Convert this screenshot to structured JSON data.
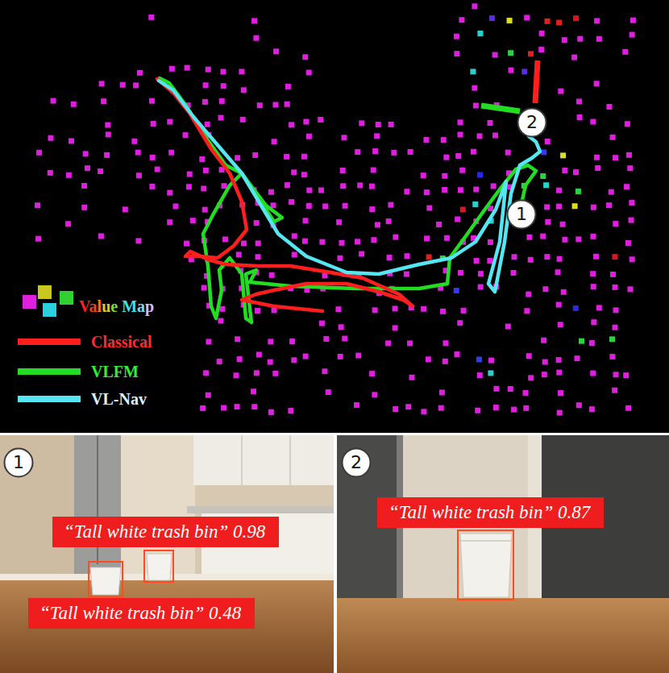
{
  "diagram": {
    "nodes": [
      {
        "text": [
          "2"
        ]
      },
      {
        "text": [
          "1"
        ]
      },
      {
        "text": [
          "1"
        ]
      },
      {
        "text": [
          "“Tall white trash bin” 0.98"
        ]
      },
      {
        "text": [
          "“Tall white trash bin” 0.48"
        ]
      },
      {
        "text": [
          "2"
        ]
      },
      {
        "text": [
          "“Tall white trash bin” 0.87"
        ]
      }
    ],
    "legend": [
      {
        "text": "Value Map"
      },
      {
        "text": "Classical",
        "color": "#ff1e1e"
      },
      {
        "text": "VLFM",
        "color": "#22dd22"
      },
      {
        "text": "VL-Nav",
        "color": "#55e6f2"
      }
    ]
  }
}
